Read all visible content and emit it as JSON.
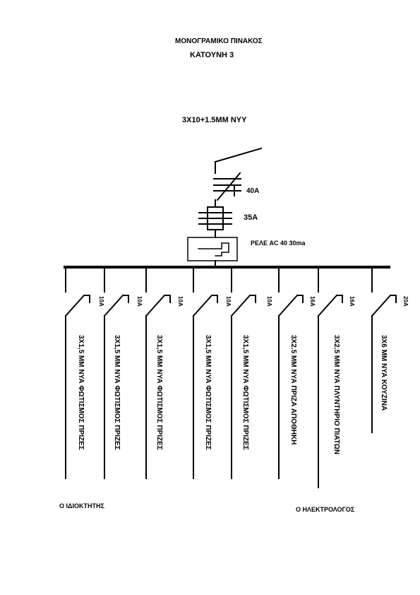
{
  "header": {
    "title": "ΜΟΝΟΓΡΑΜΙΚΟ ΠΙΝΑΚΟΣ",
    "subtitle": "ΚΑΤΟΥΝΗ 3",
    "supply_cable": "3Χ10+1.5ΜΜ ΝΥΥ"
  },
  "main_switch": {
    "rating": "40Α"
  },
  "main_fuse": {
    "rating": "35Α"
  },
  "rcd": {
    "label": "ΡΕΛΕ AC 40 30ma"
  },
  "circuits": [
    {
      "rating": "10Α",
      "description": "3Χ1,5 ΜΜ ΝΥΑ ΦΩΤΙΣΜΟΣ ΠΡΙΖΕΣ"
    },
    {
      "rating": "10Α",
      "description": "3Χ1,5 ΜΜ ΝΥΑ ΦΩΤΙΣΜΟΣ ΠΡΙΖΕΣ"
    },
    {
      "rating": "10Α",
      "description": "3Χ1,5 ΜΜ ΝΥΑ ΦΩΤΙΣΜΟΣ ΠΡΙΖΕΣ"
    },
    {
      "rating": "10Α",
      "description": "3Χ1,5 ΜΜ ΝΥΑ ΦΩΤΙΣΜΟΣ ΠΡΙΖΕΣ"
    },
    {
      "rating": "10Α",
      "description": "3Χ1,5 ΜΜ ΝΥΑ ΦΩΤΙΣΜΟΣ ΠΡΙΖΕΣ"
    },
    {
      "rating": "16Α",
      "description": "3Χ2.5 ΜΜ ΝΥΑ ΠΡΙΖΑ ΑΠΟΘΗΚΗ"
    },
    {
      "rating": "16Α",
      "description": "3Χ2.5 ΜΜ ΝΥΑ ΠΛΥΝΤΗΡΙΟ ΠΙΑΤΩΝ"
    },
    {
      "rating": "20Α",
      "description": "3Χ6 ΜΜ ΝΥΑ  ΚΟΥΖΙΝΑ"
    }
  ],
  "footer": {
    "owner": "Ο ΙΔΙΟΚΤΗΤΗΣ",
    "electrician": "Ο ΗΛΕΚΤΡΟΛΟΓΟΣ"
  }
}
